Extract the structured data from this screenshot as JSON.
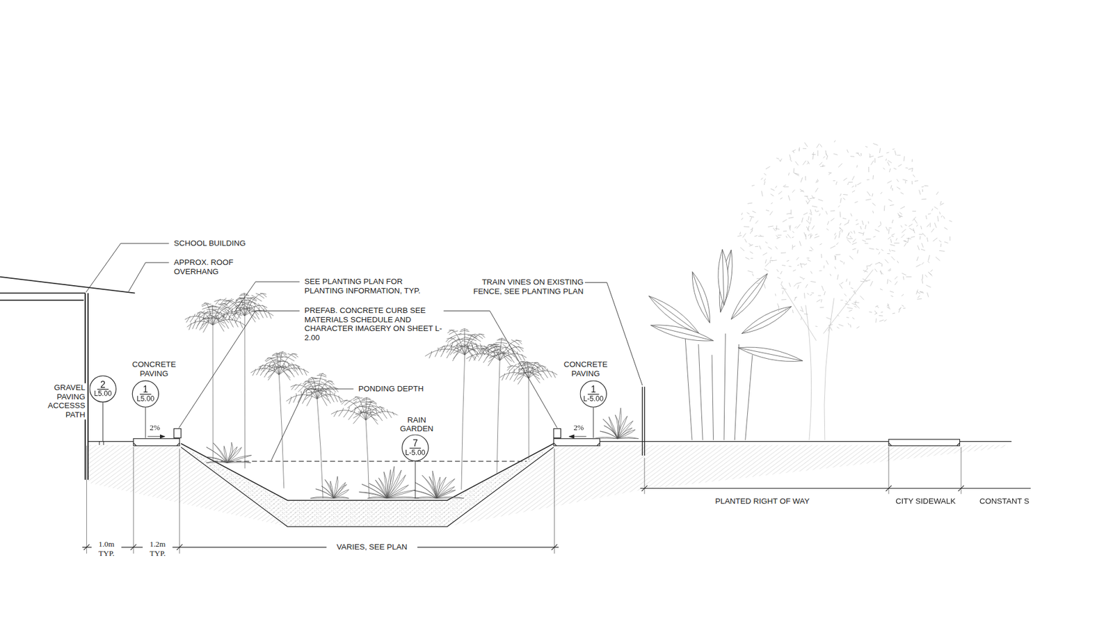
{
  "diagram": {
    "nodes": [
      {
        "text": [
          "2",
          "L5.00"
        ]
      },
      {
        "text": [
          "1",
          "L5.00"
        ]
      },
      {
        "text": [
          "7",
          "L-5.00"
        ]
      },
      {
        "text": [
          "1",
          "L-5.00"
        ]
      }
    ],
    "labels": [
      "SCHOOL BUILDING",
      "APPROX. ROOF OVERHANG",
      "SEE PLANTING PLAN FOR PLANTING INFORMATION, TYP.",
      "PREFAB. CONCRETE CURB SEE MATERIALS SCHEDULE AND CHARACTER IMAGERY ON SHEET L-2.00",
      "TRAIN VINES ON EXISTING FENCE, SEE PLANTING PLAN",
      "PONDING DEPTH",
      "RAIN GARDEN",
      "CONCRETE PAVING",
      "CONCRETE PAVING",
      "GRAVEL PAVING ACCESSS PATH",
      "2%",
      "2%",
      "1.0m TYP.",
      "1.2m TYP.",
      "VARIES, SEE PLAN",
      "PLANTED RIGHT OF WAY",
      "CITY SIDEWALK",
      "CONSTANT S"
    ]
  }
}
